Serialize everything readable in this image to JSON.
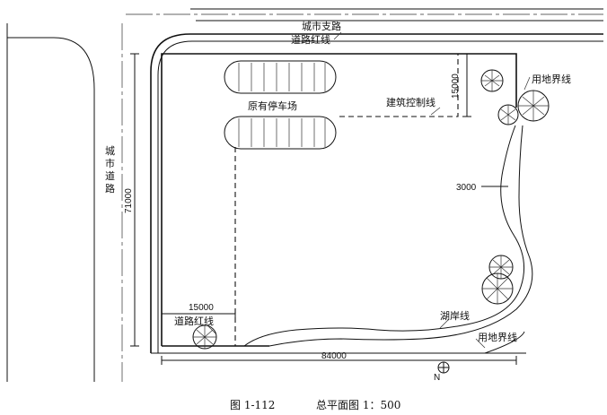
{
  "labels": {
    "city_branch_road": "城市支路",
    "road_red_line_top": "道路红线",
    "city_road": "城市道路",
    "existing_parking": "原有停车场",
    "building_control_line": "建筑控制线",
    "land_boundary_top": "用地界线",
    "lake_shore_line": "湖岸线",
    "land_boundary_bottom": "用地界线",
    "road_red_line_left": "道路红线"
  },
  "dimensions": {
    "d71000": "71000",
    "d15000_right": "15000",
    "d3000": "3000",
    "d15000_left": "15000",
    "d84000": "84000"
  },
  "north_arrow": "N",
  "caption": {
    "figure_no": "图 1-112",
    "title": "总平面图 1：500"
  }
}
